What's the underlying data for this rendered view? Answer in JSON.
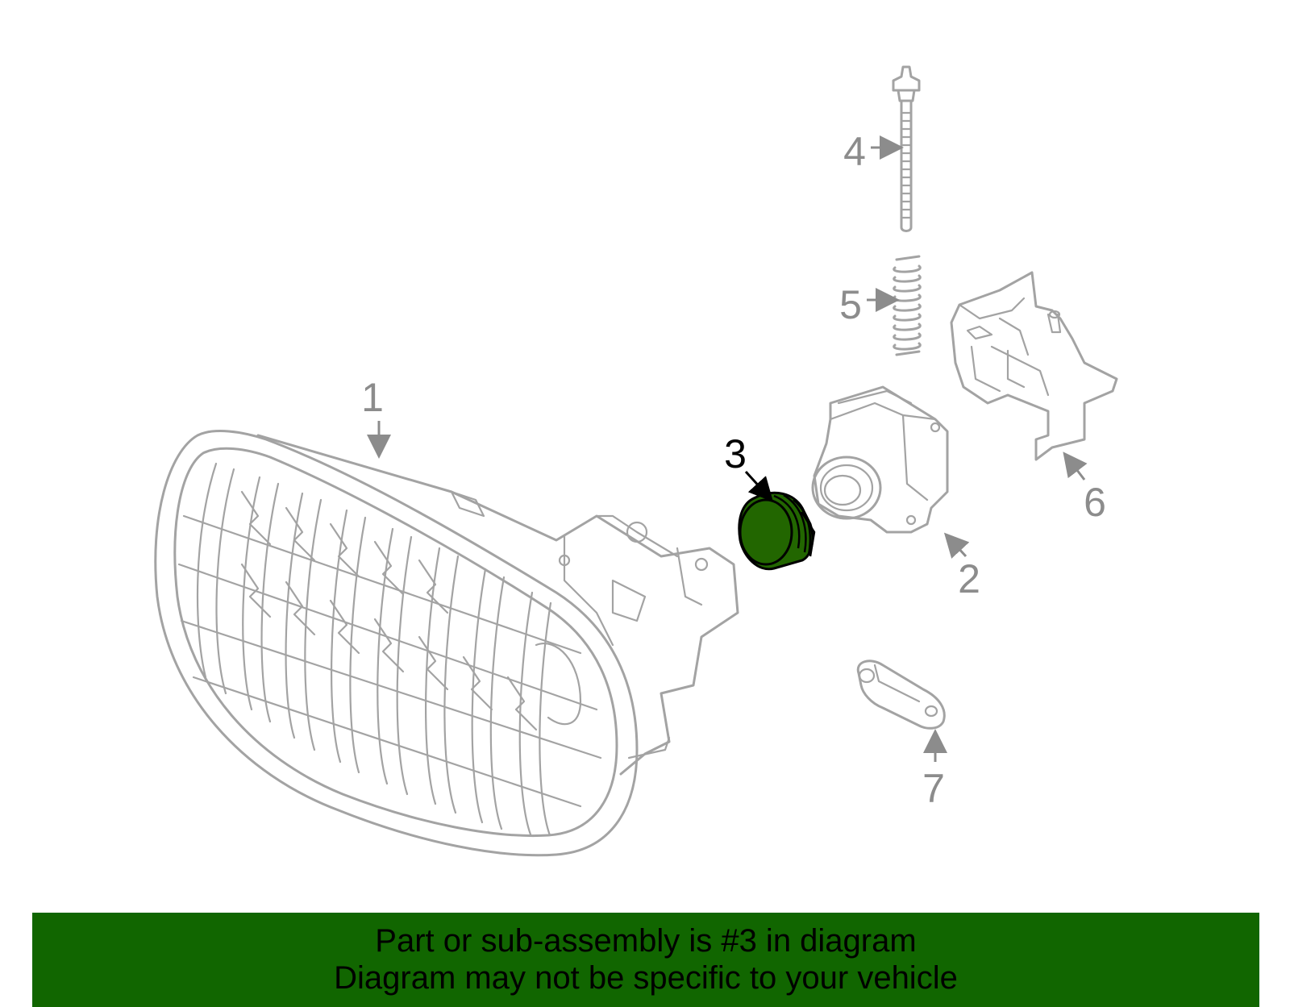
{
  "diagram": {
    "callouts": [
      "1",
      "2",
      "3",
      "4",
      "5",
      "6",
      "7"
    ],
    "highlighted": "3",
    "highlight_color": "#226600",
    "line_color": "#a3a3a3"
  },
  "banner": {
    "line1": "Part or sub-assembly is #3 in diagram",
    "line2": "Diagram may not be specific to your vehicle",
    "background": "#116600"
  }
}
